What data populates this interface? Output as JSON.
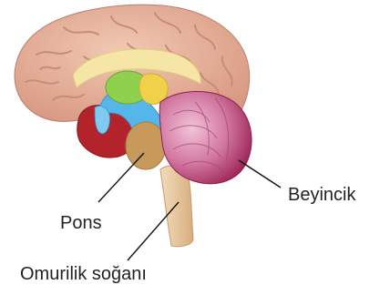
{
  "labels": {
    "pons": "Pons",
    "medulla": "Omurilik soğanı",
    "cerebellum": "Beyincik"
  },
  "colors": {
    "cerebrum": "#e7b29a",
    "cerebrum_fold": "#c98c78",
    "corpus": "#f6e6a6",
    "thalamus": "#8fd14f",
    "ventricle": "#55b6ea",
    "midbrain": "#f2d14a",
    "limbic": "#b2232c",
    "pons": "#c79a5c",
    "brainstem": "#e9c99f",
    "cerebellum": "#b23c6e",
    "cerebellum_light": "#e6a4c4",
    "leader": "#111111"
  }
}
